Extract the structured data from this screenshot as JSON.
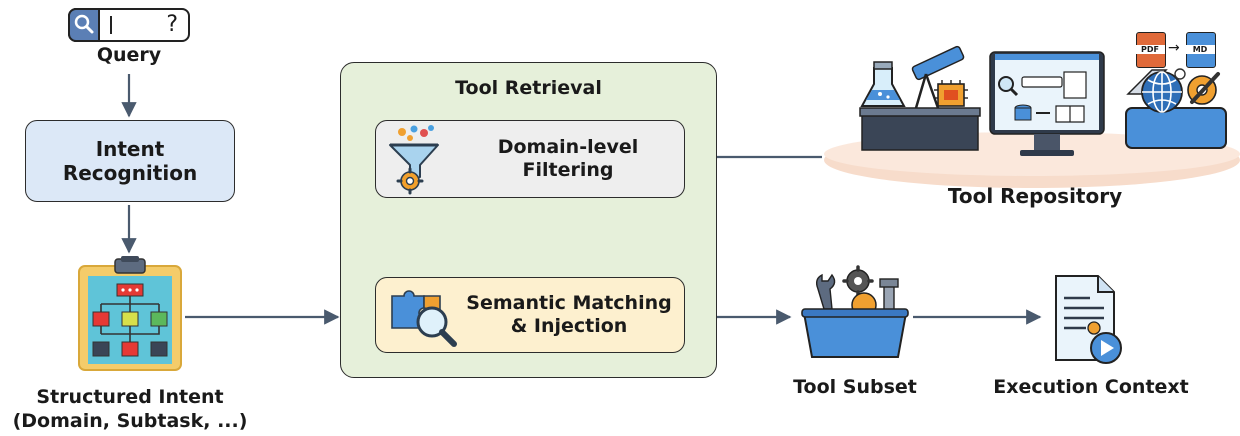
{
  "query": {
    "label": "Query",
    "search_placeholder": "?"
  },
  "intent_recognition": {
    "label": "Intent Recognition"
  },
  "structured_intent": {
    "line1": "Structured Intent",
    "line2": "(Domain, Subtask, ...)"
  },
  "tool_retrieval": {
    "title": "Tool Retrieval",
    "domain_filtering": "Domain-level Filtering",
    "semantic_matching": "Semantic Matching & Injection"
  },
  "tool_repository": {
    "label": "Tool Repository",
    "file_badges": [
      "PDF",
      "MD"
    ]
  },
  "tool_subset": {
    "label": "Tool Subset"
  },
  "execution_context": {
    "label": "Execution Context"
  },
  "colors": {
    "intent_box": "#dce8f7",
    "retrieval_panel": "#e6f0da",
    "filter_box": "#eeeeee",
    "matching_box": "#fdf0cf",
    "arrow": "#4a5a6e"
  }
}
